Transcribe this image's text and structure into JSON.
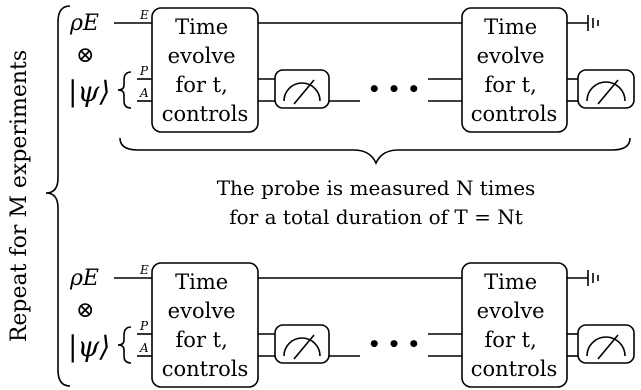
{
  "repeat_label": "Repeat for M experiments",
  "note_line1": "The probe is measured N times",
  "note_line2": "for a total duration of T = Nt",
  "states": {
    "env": "ρE",
    "otimes": "⊗",
    "psi": "|ψ⟩",
    "env_wire": "E",
    "probe_wire": "P",
    "ancilla_wire": "A"
  },
  "gate_lines": [
    "Time",
    "evolve",
    "for t,",
    "controls"
  ],
  "ellipsis": "• • •",
  "icons": [
    "measurement-meter-icon",
    "ground-icon"
  ]
}
